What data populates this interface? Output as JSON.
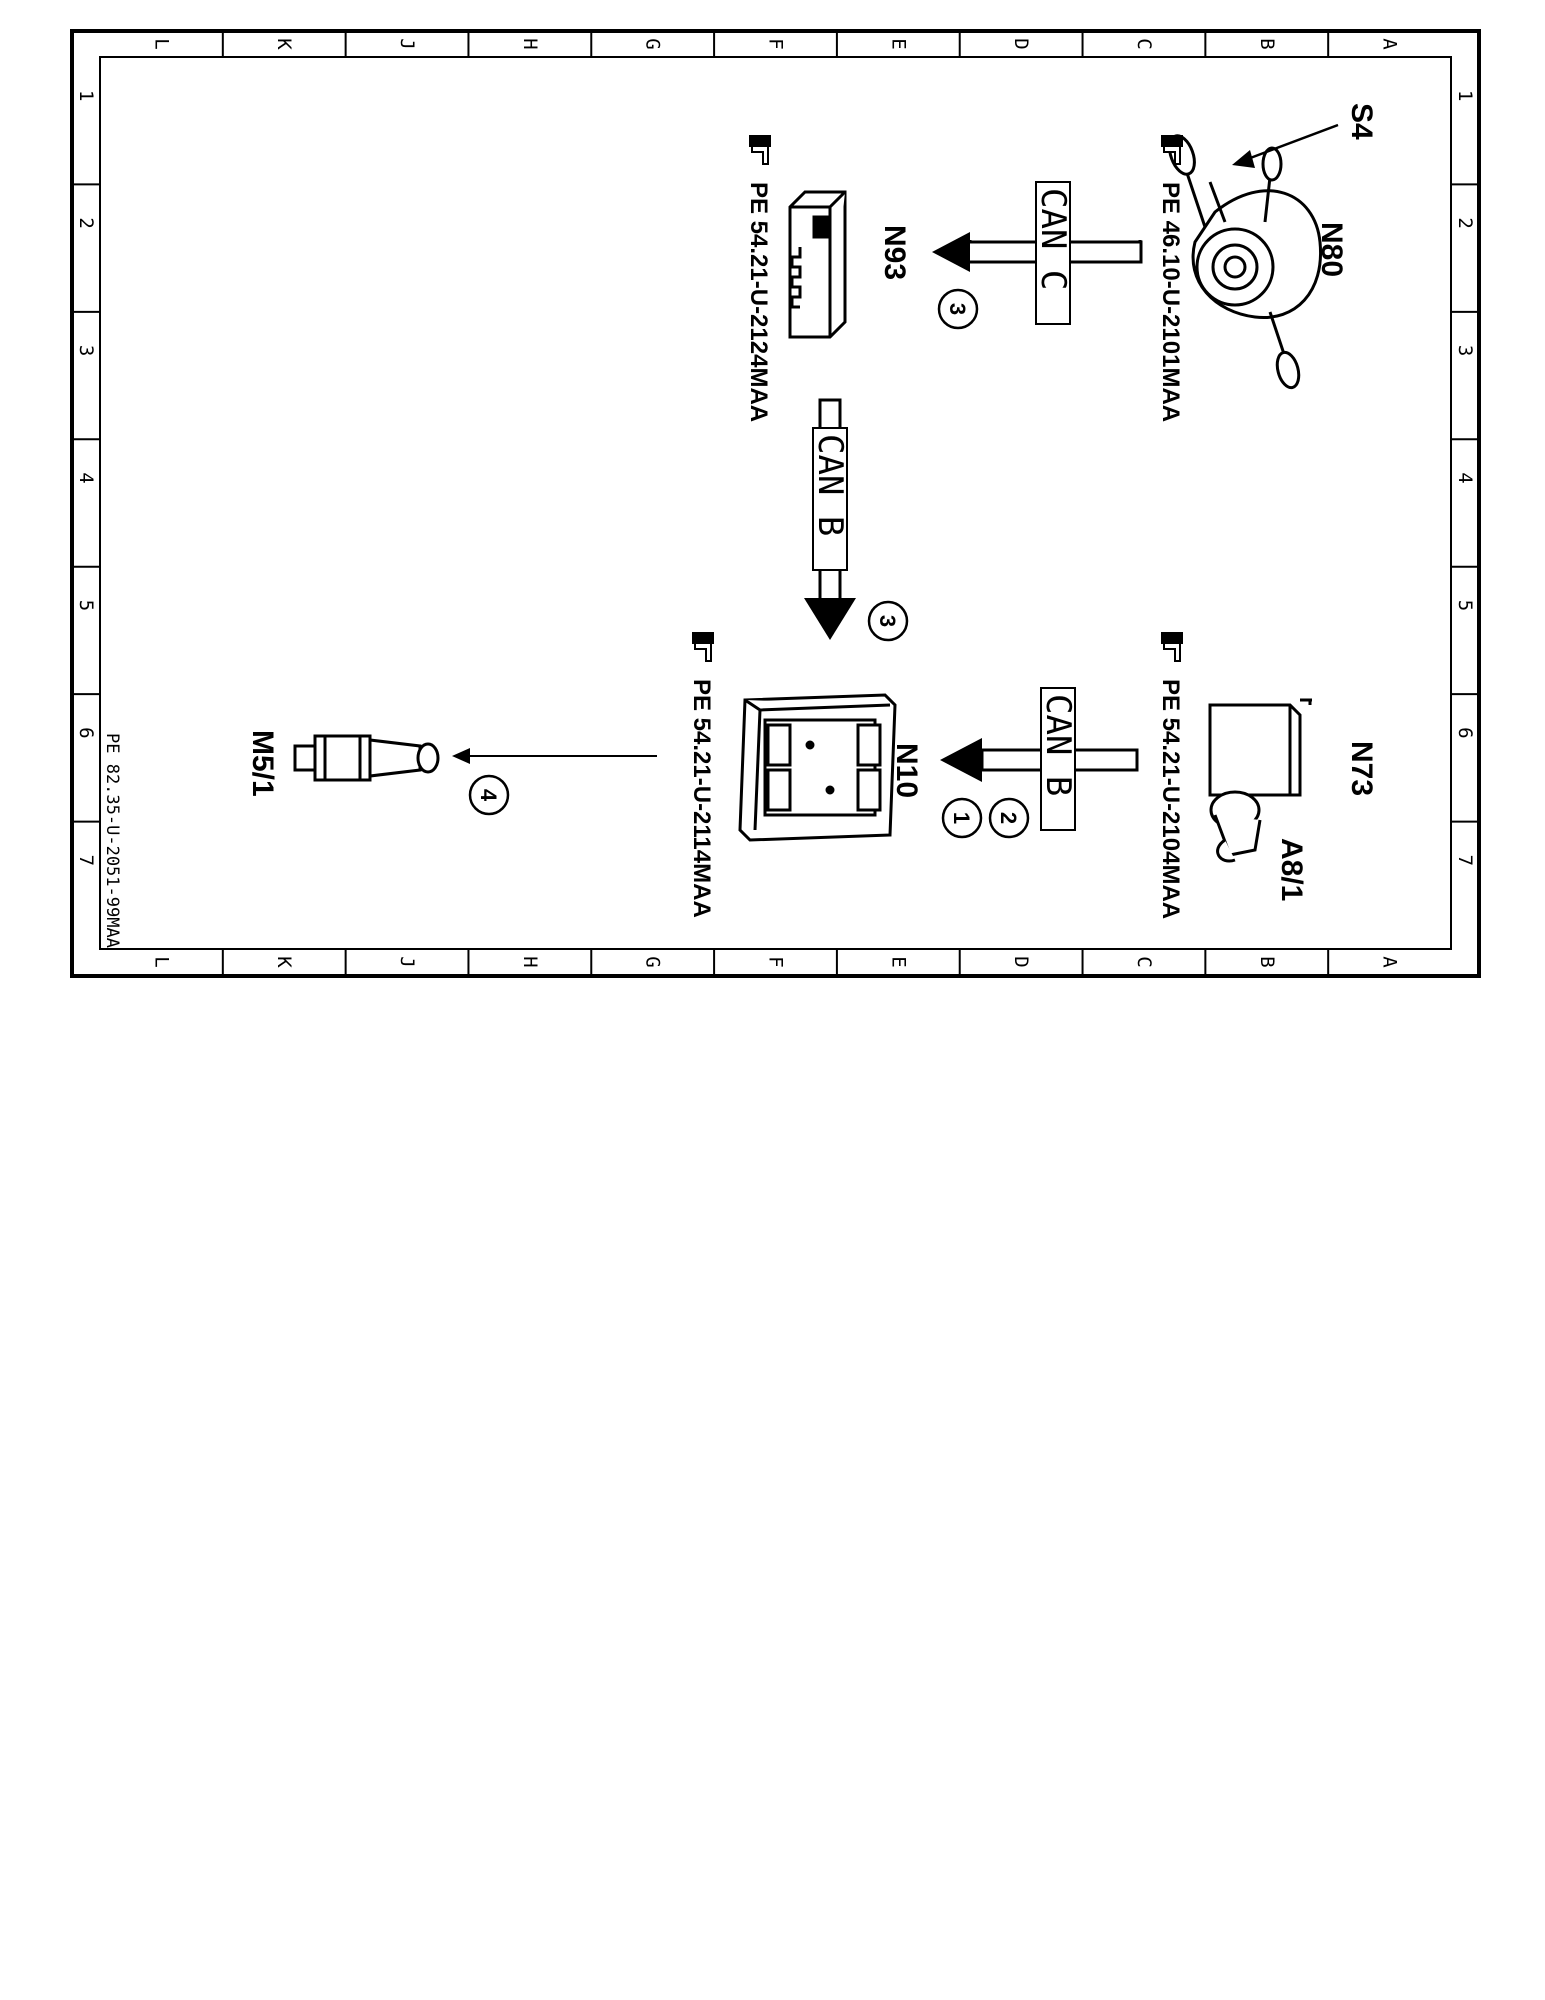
{
  "frame": {
    "columns": [
      "L",
      "K",
      "J",
      "H",
      "G",
      "F",
      "E",
      "D",
      "C",
      "B",
      "A"
    ],
    "rows": [
      "1",
      "2",
      "3",
      "4",
      "5",
      "6",
      "7"
    ]
  },
  "components": {
    "s4": "S4",
    "n80": "N80",
    "n93": "N93",
    "n73": "N73",
    "a8_1": "A8/1",
    "n10": "N10",
    "m5_1": "M5/1"
  },
  "references": {
    "n80_ref": "PE  46.10-U-2101MAA",
    "n93_ref": "PE  54.21-U-2124MAA",
    "n73_ref": "PE  54.21-U-2104MAA",
    "n10_ref": "PE  54.21-U-2114MAA"
  },
  "buses": {
    "can_c": "CAN C",
    "can_b_vertical": "CAN B",
    "can_b_lower": "CAN B"
  },
  "step_numbers": {
    "n80_to_n93": "3",
    "n93_to_n10": "3",
    "n73_to_n10_a": "2",
    "n73_to_n10_b": "1",
    "n10_to_m51": "4"
  },
  "document_id": "PE 82.35-U-2051-99MAA"
}
